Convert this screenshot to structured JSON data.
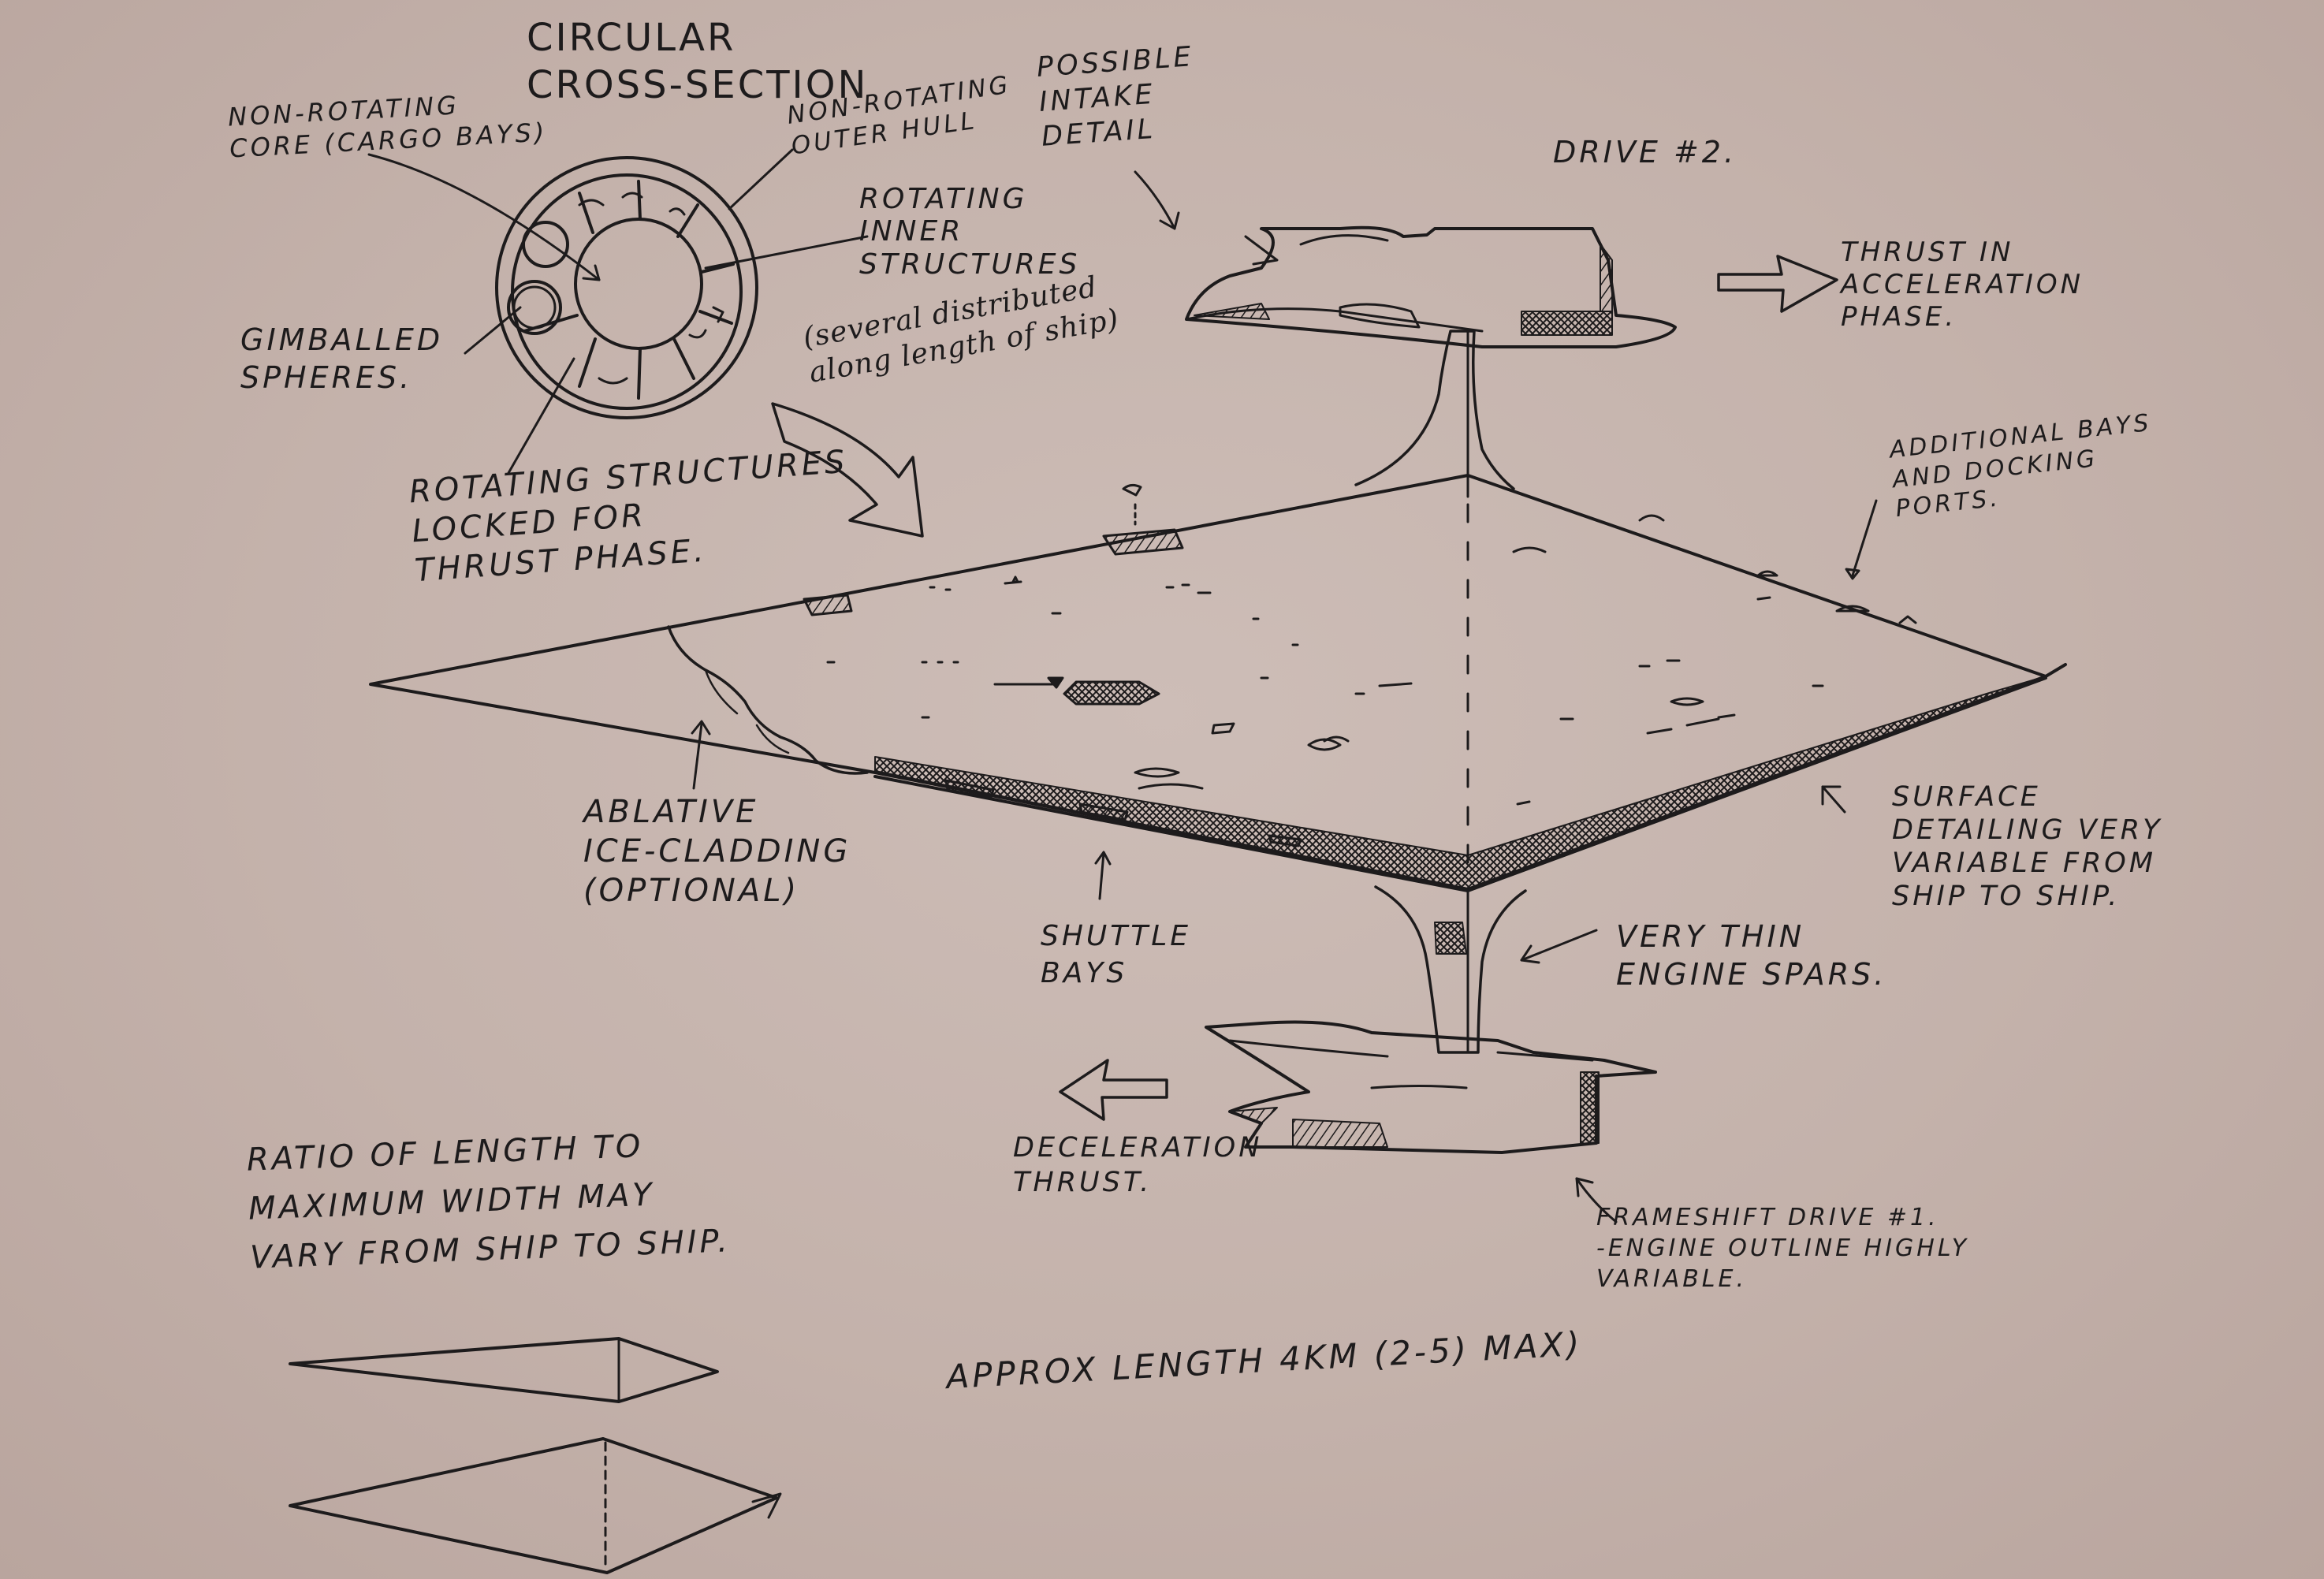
{
  "colors": {
    "paper": "#c5b3ad",
    "ink": "#1d1b1c"
  },
  "labels": {
    "cross_section_title": "CIRCULAR\nCROSS-SECTION",
    "non_rotating_core": "NON-ROTATING\nCORE (CARGO BAYS)",
    "non_rotating_outer_hull": "NON-ROTATING\nOUTER HULL",
    "rotating_inner_structures": "ROTATING\nINNER\nSTRUCTURES",
    "rotating_inner_note": "(several distributed\nalong length of ship)",
    "gimballed_spheres": "GIMBALLED\nSPHERES.",
    "rotating_locked": "ROTATING STRUCTURES\nLOCKED FOR\nTHRUST PHASE.",
    "possible_intake": "POSSIBLE\nINTAKE\nDETAIL",
    "drive_2": "DRIVE #2.",
    "thrust_acceleration": "THRUST IN\nACCELERATION\nPHASE.",
    "additional_bays": "ADDITIONAL BAYS\nAND DOCKING\nPORTS.",
    "ablative_ice": "ABLATIVE\nICE-CLADDING\n(OPTIONAL)",
    "shuttle_bays": "SHUTTLE\nBAYS",
    "surface_detailing": "SURFACE\nDETAILING VERY\nVARIABLE FROM\nSHIP TO SHIP.",
    "engine_spars": "VERY THIN\nENGINE SPARS.",
    "deceleration_thrust": "DECELERATION\nTHRUST.",
    "frameshift_drive": "FRAMESHIFT DRIVE #1.\n-ENGINE OUTLINE HIGHLY\nVARIABLE.",
    "ratio_note": "RATIO OF LENGTH TO\nMAXIMUM WIDTH MAY\nVARY FROM SHIP TO SHIP.",
    "approx_length": "APPROX LENGTH 4KM (2-5) MAX)"
  }
}
